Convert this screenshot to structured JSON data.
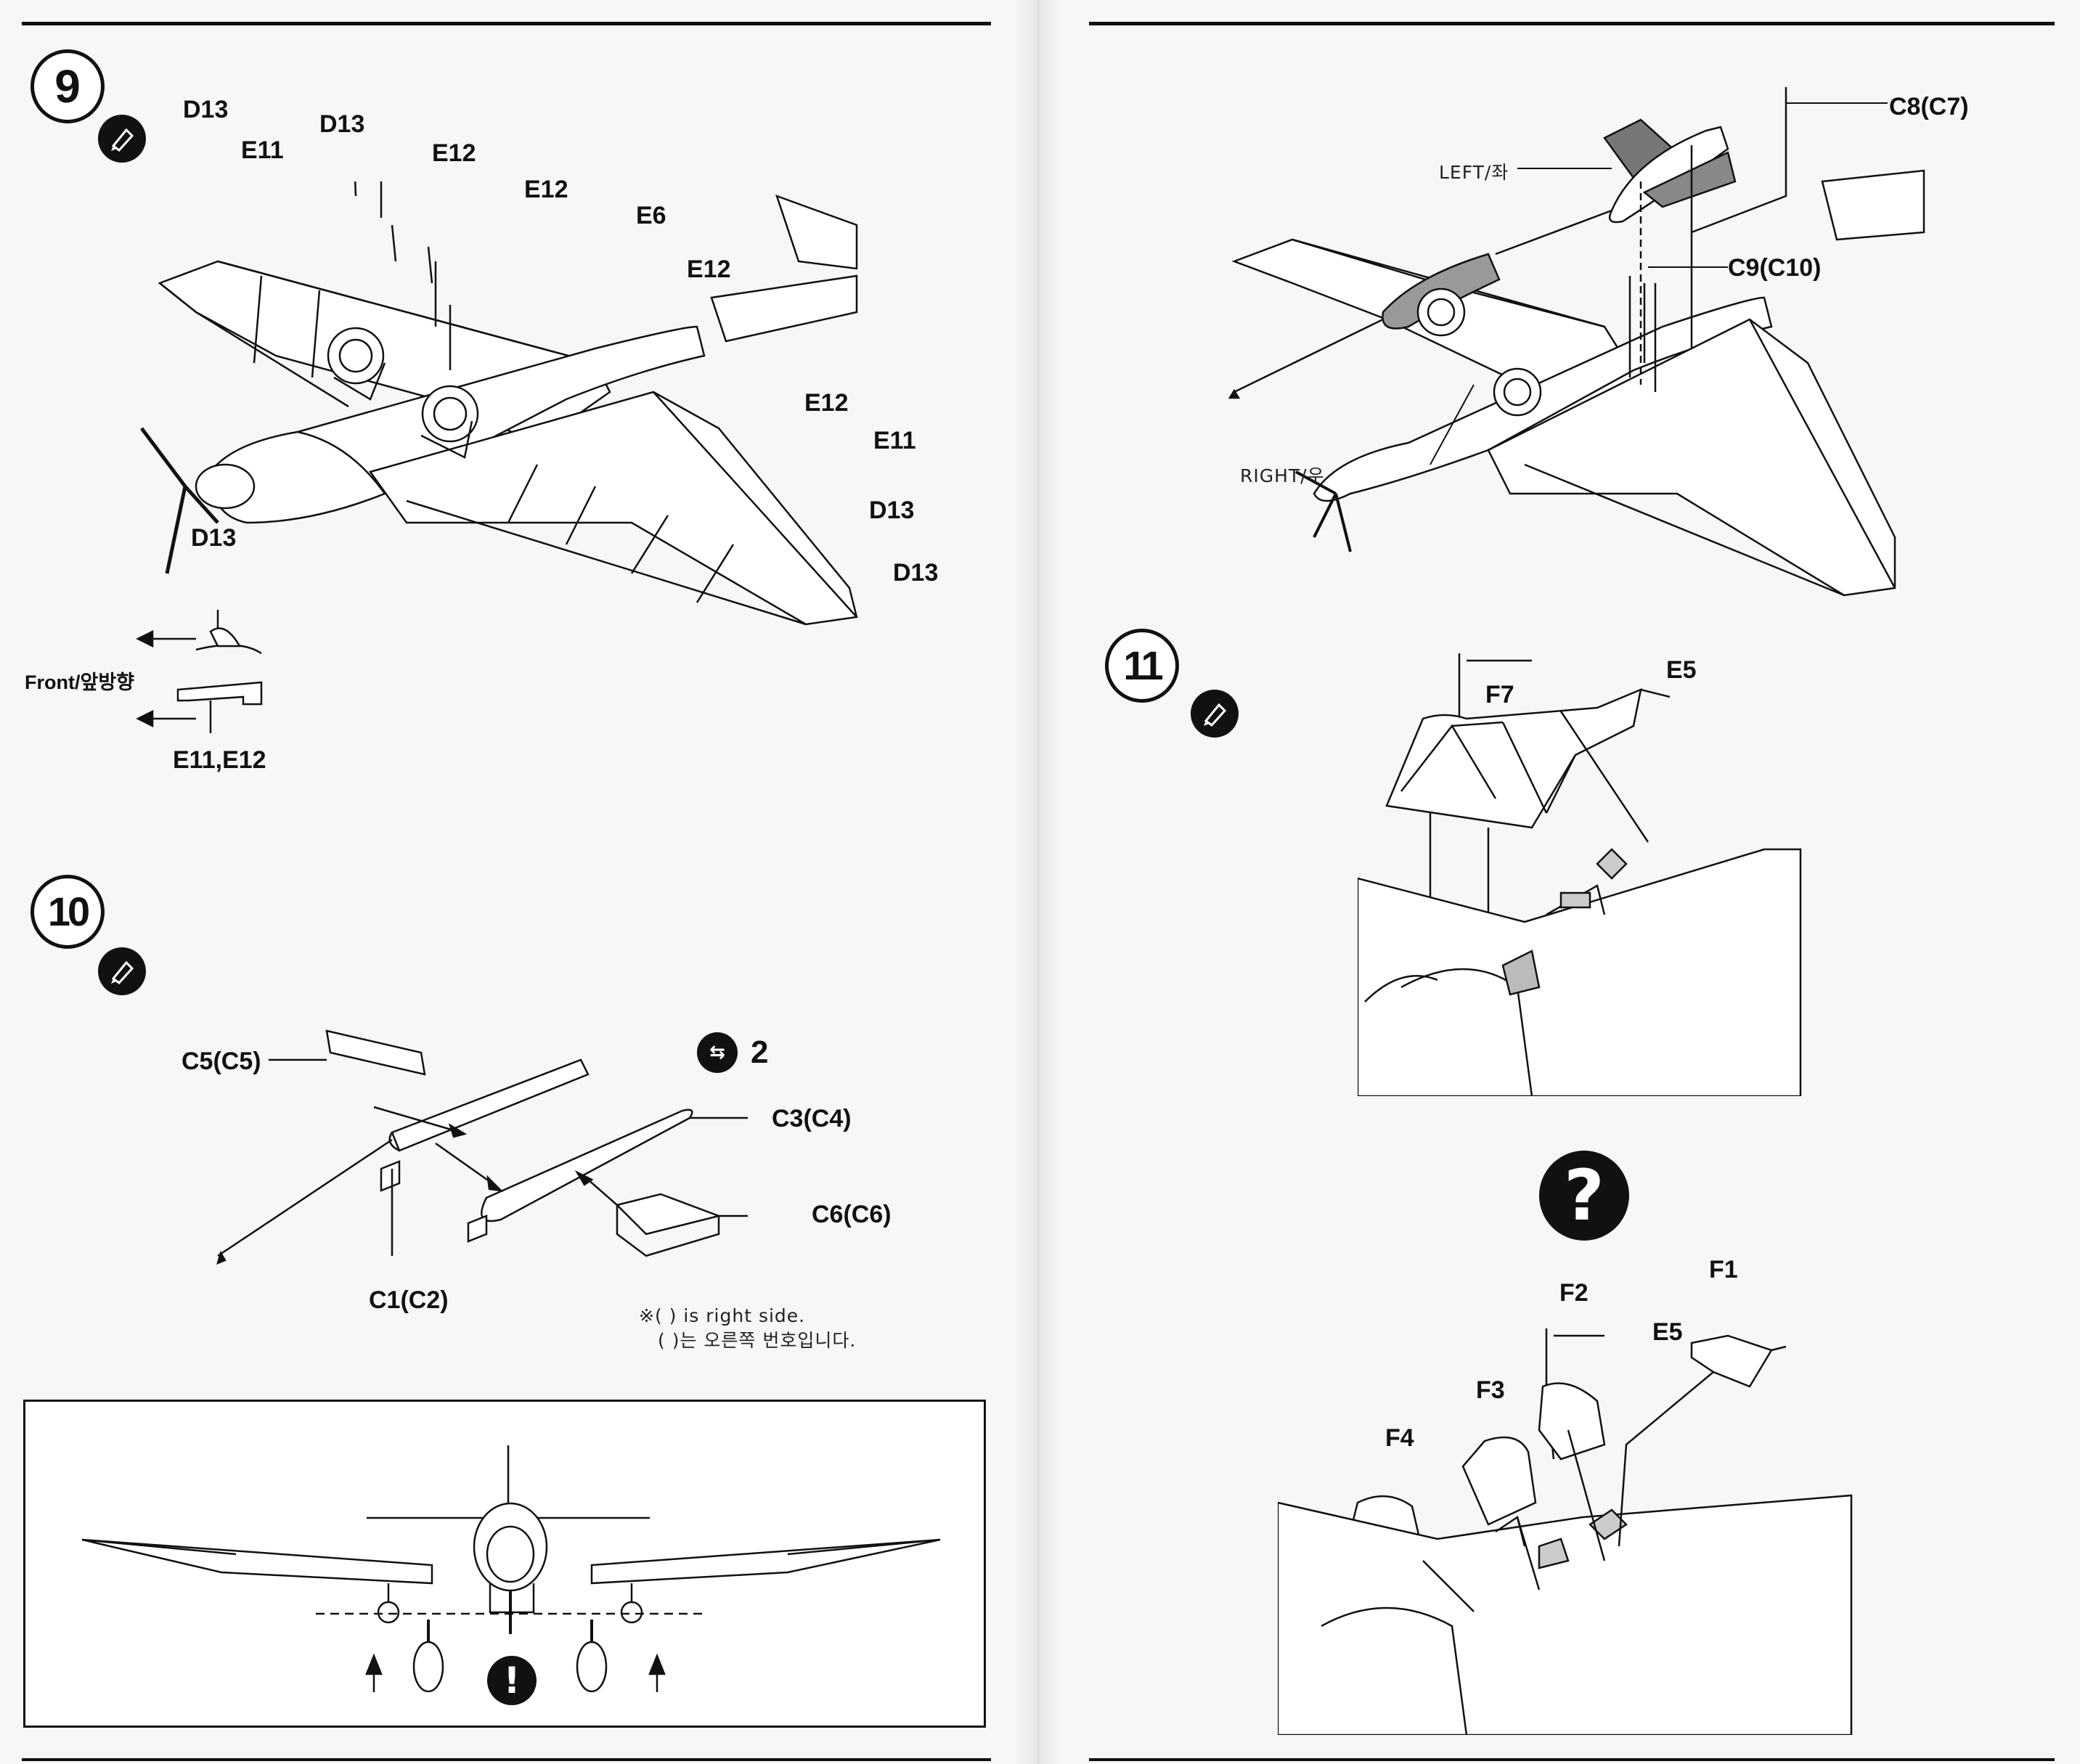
{
  "steps": {
    "s9": {
      "number": "9"
    },
    "s10": {
      "number": "10"
    },
    "s11": {
      "number": "11"
    }
  },
  "step9": {
    "labels": {
      "d13_a": "D13",
      "e11_a": "E11",
      "d13_b": "D13",
      "e12_a": "E12",
      "e12_b": "E12",
      "e6": "E6",
      "e12_c": "E12",
      "e12_d": "E12",
      "e11_b": "E11",
      "d13_c": "D13",
      "d13_d": "D13",
      "detail_d13": "D13",
      "detail_front": "Front/앞방향",
      "detail_e11e12": "E11,E12"
    }
  },
  "step10": {
    "labels": {
      "c5": "C5(C5)",
      "c3": "C3(C4)",
      "c6": "C6(C6)",
      "c1": "C1(C2)"
    },
    "optional_badge": "2",
    "note_line1": "※(  ) is right side.",
    "note_line2": "(  )는 오른쪽 번호입니다."
  },
  "step_top_right": {
    "labels": {
      "c8": "C8(C7)",
      "left": "LEFT/좌",
      "c9": "C9(C10)",
      "right": "RIGHT/우"
    }
  },
  "step11": {
    "labels": {
      "e5": "E5",
      "f7": "F7"
    }
  },
  "alt_canopy": {
    "question_icon": "?",
    "labels": {
      "f1": "F1",
      "f2": "F2",
      "e5": "E5",
      "f3": "F3",
      "f4": "F4"
    }
  },
  "front_view": {
    "warning_icon": "!"
  }
}
